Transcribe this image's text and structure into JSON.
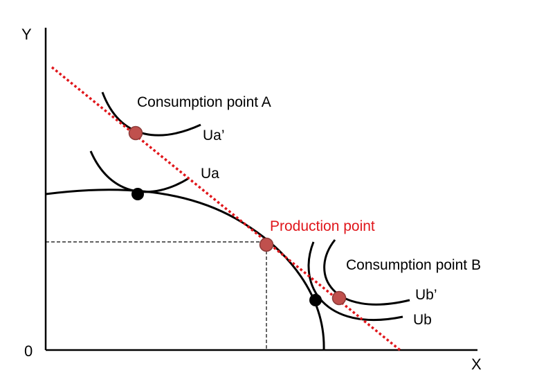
{
  "axes": {
    "y_label": "Y",
    "x_label": "X",
    "origin_label": "0"
  },
  "labels": {
    "consumption_point_a": "Consumption point A",
    "consumption_point_b": "Consumption point B",
    "production_point": "Production point",
    "ua_prime": "Ua’",
    "ua": "Ua",
    "ub_prime": "Ub’",
    "ub": "Ub"
  },
  "colors": {
    "axis": "#000000",
    "curve": "#000000",
    "price_line": "#e0161b",
    "production_label": "#e0161b",
    "trade_point_fill": "#c0504d",
    "trade_point_stroke": "#8c3a38",
    "autarky_point": "#000000"
  }
}
